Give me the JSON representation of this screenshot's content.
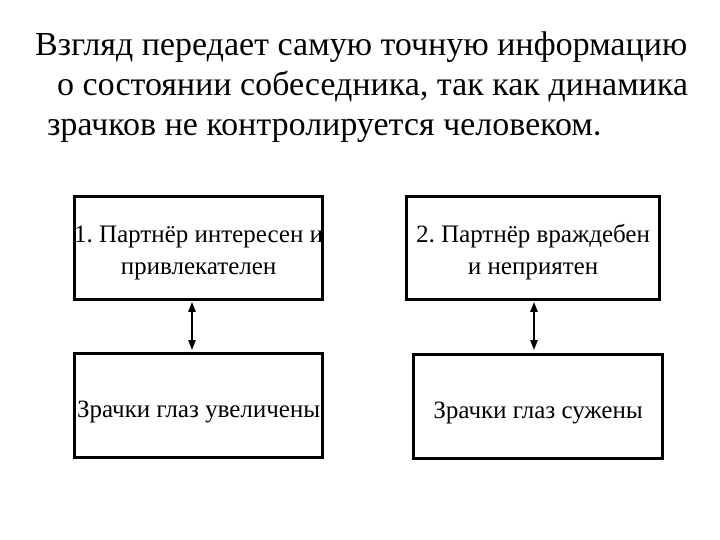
{
  "slide": {
    "title_lines": [
      "Взгляд передает самую точную информацию",
      "о состоянии собеседника, так как динамика",
      "зрачков не контролируется человеком."
    ],
    "colors": {
      "background": "#ffffff",
      "text": "#000000",
      "box_border": "#000000",
      "box_fill": "#ffffff",
      "arrow": "#000000"
    },
    "diagram": {
      "boxes": [
        {
          "id": "partner-interesting",
          "lines": [
            "1. Партнёр интересен и",
            "привлекателен"
          ]
        },
        {
          "id": "partner-hostile",
          "lines": [
            "2. Партнёр враждебен",
            "и неприятен"
          ]
        },
        {
          "id": "pupils-dilated",
          "lines": [
            "Зрачки глаз увеличены"
          ]
        },
        {
          "id": "pupils-constricted",
          "lines": [
            "Зрачки глаз сужены"
          ]
        }
      ],
      "connectors": [
        {
          "from": "partner-interesting",
          "to": "pupils-dilated",
          "type": "double-arrow"
        },
        {
          "from": "partner-hostile",
          "to": "pupils-constricted",
          "type": "double-arrow"
        }
      ]
    }
  }
}
